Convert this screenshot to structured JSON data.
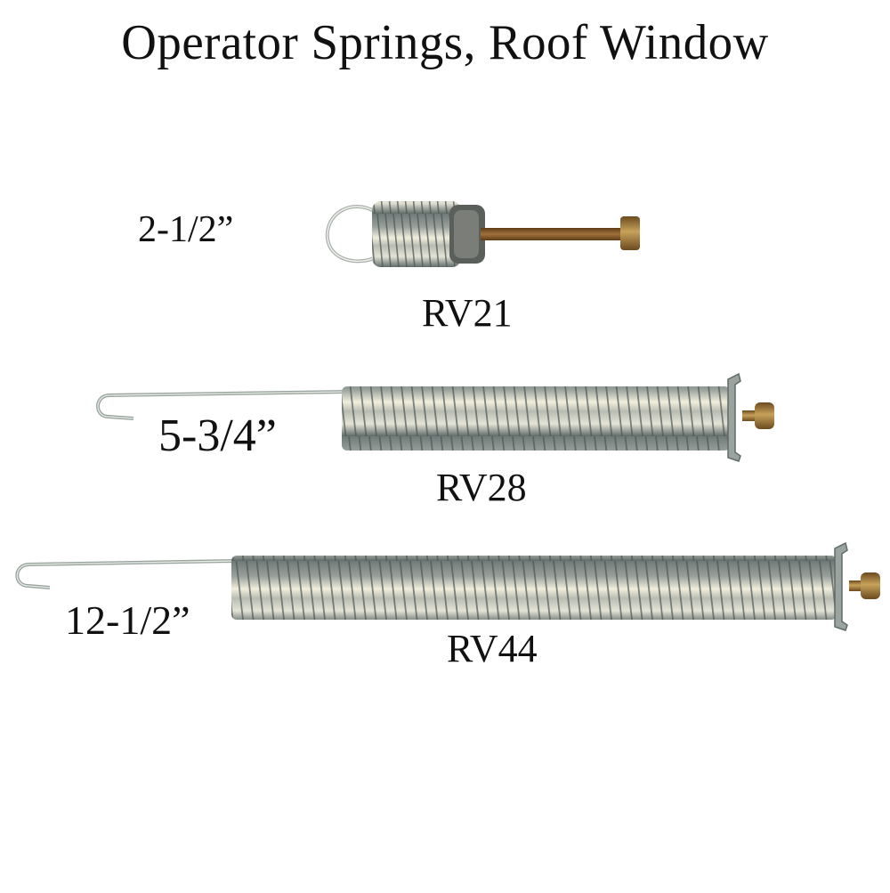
{
  "title": "Operator Springs, Roof Window",
  "springs": [
    {
      "size": "2-1/2”",
      "code": "RV21"
    },
    {
      "size": "5-3/4”",
      "code": "RV28"
    },
    {
      "size": "12-1/2”",
      "code": "RV44"
    }
  ],
  "colors": {
    "background": "#ffffff",
    "text": "#111111",
    "steel_light": "#e8e6d6",
    "steel_mid": "#9aa19c",
    "steel_dark": "#5f6b68",
    "brass": "#a8843f",
    "bolt_copper": "#8a5a2a"
  }
}
